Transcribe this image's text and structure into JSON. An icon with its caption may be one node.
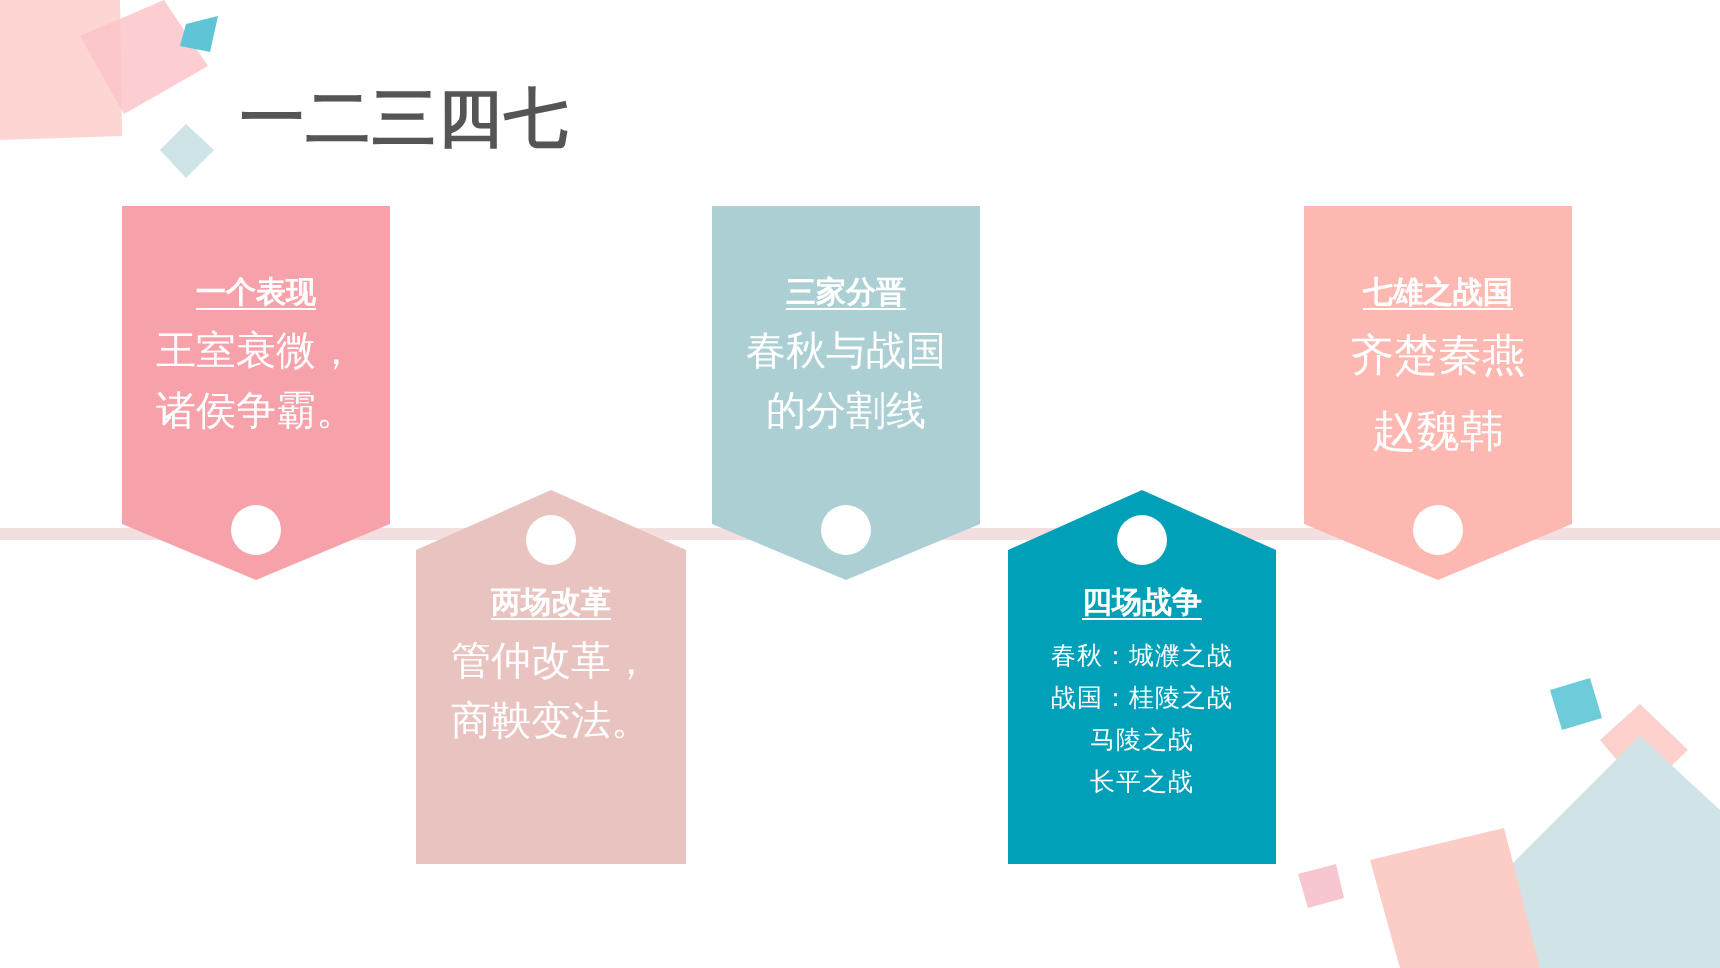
{
  "diagram": {
    "title": "一二三四七",
    "nodes": [
      {
        "text": [
          "一个表现",
          "王室衰微，诸侯争霸。"
        ]
      },
      {
        "text": [
          "两场改革",
          "管仲改革，商鞅变法。"
        ]
      },
      {
        "text": [
          "三家分晋",
          "春秋与战国的分割线"
        ]
      },
      {
        "text": [
          "四场战争",
          "春秋：城濮之战",
          "战国：桂陵之战",
          "马陵之战",
          "长平之战"
        ]
      },
      {
        "text": [
          "七雄之战国",
          "齐楚秦燕赵魏韩"
        ]
      }
    ]
  }
}
